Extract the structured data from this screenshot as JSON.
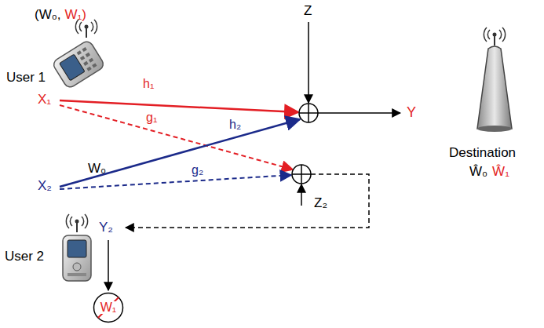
{
  "diagram": {
    "nodes": [
      {
        "text": [
          "W₁"
        ]
      }
    ],
    "labels": [
      "(W₀,",
      "W₁)",
      "User 1",
      "X₁",
      "h₁",
      "g₁",
      "Z",
      "Y",
      "h₂",
      "W₀",
      "X₂",
      "g₂",
      "Z₂",
      "Y₂",
      "User 2",
      "Destination",
      "Ŵ₀",
      "Ŵ₁"
    ]
  }
}
